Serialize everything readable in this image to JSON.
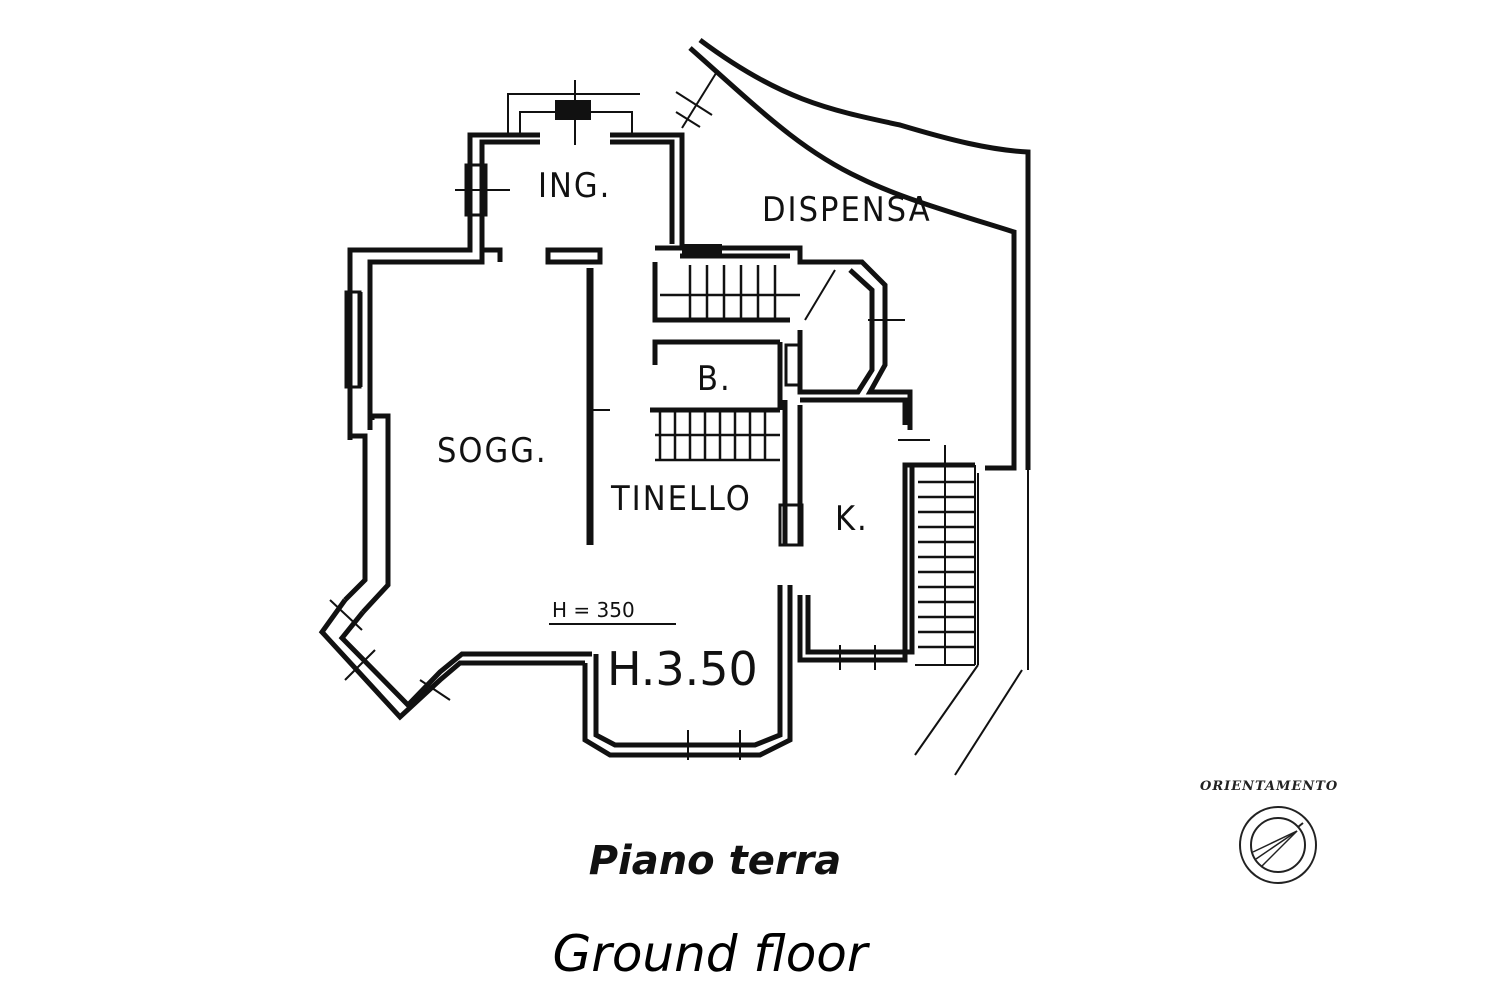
{
  "plan": {
    "rooms": [
      {
        "id": "ing",
        "label": "ING."
      },
      {
        "id": "dispensa",
        "label": "DISPENSA"
      },
      {
        "id": "b",
        "label": "B."
      },
      {
        "id": "sogg",
        "label": "SOGG."
      },
      {
        "id": "tinello",
        "label": "TINELLO"
      },
      {
        "id": "k",
        "label": "K."
      }
    ],
    "height_annotation_small": "H = 350",
    "height_annotation_large": "H.3.50"
  },
  "orientation": {
    "label": "ORIENTAMENTO",
    "icon": "compass-icon"
  },
  "titles": {
    "italian": "Piano terra",
    "english": "Ground floor"
  }
}
